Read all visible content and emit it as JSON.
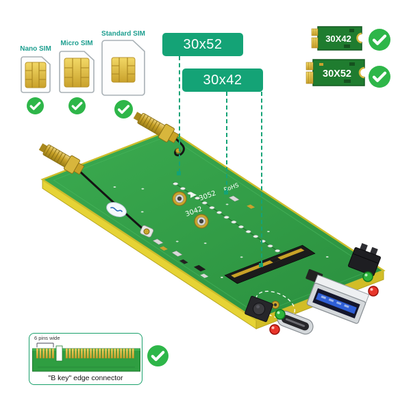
{
  "colors": {
    "accent_teal": "#14a376",
    "check_green": "#2eb649",
    "pcb_green": "#2f9e41",
    "edge_gold": "#e8d93c",
    "module_green": "#1f7c2f"
  },
  "sim_section": {
    "cards": [
      {
        "label": "Nano SIM"
      },
      {
        "label": "Micro SIM"
      },
      {
        "label": "Standard SIM"
      }
    ]
  },
  "size_callouts": [
    {
      "label": "30x52"
    },
    {
      "label": "30x42"
    }
  ],
  "modules": [
    {
      "label": "30X42"
    },
    {
      "label": "30X52"
    }
  ],
  "board": {
    "silkscreen": [
      "3042",
      "3052",
      "RoHS"
    ]
  },
  "bkey_diagram": {
    "pins_note": "6 pins wide",
    "caption": "\"B key\" edge connector"
  }
}
